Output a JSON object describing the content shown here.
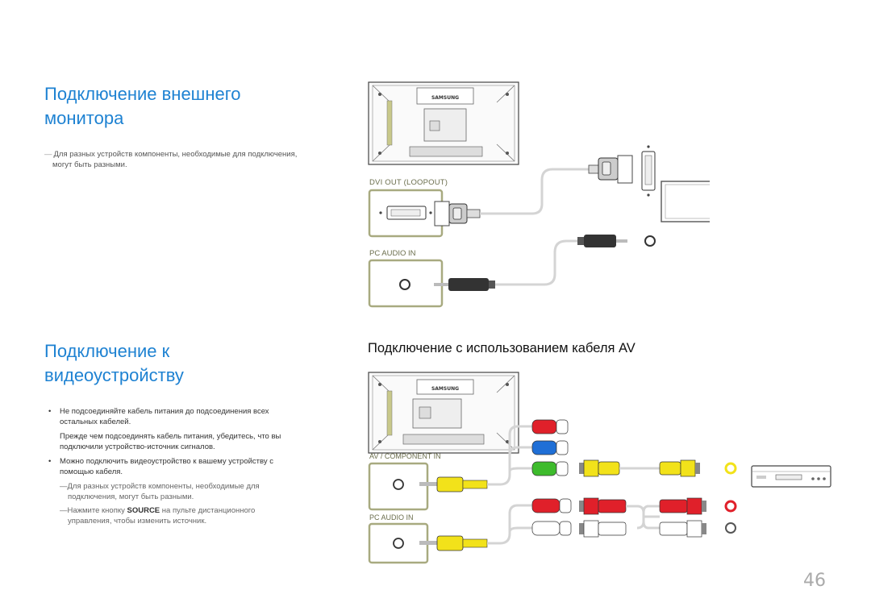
{
  "section1": {
    "title_line1": "Подключение внешнего",
    "title_line2": "монитора",
    "note_line1": "Для разных устройств компоненты, необходимые для подключения,",
    "note_line2": "могут быть разными."
  },
  "section2": {
    "title_line1": "Подключение к",
    "title_line2": "видеоустройству",
    "bullet1_line1": "Не подсоединяйте кабель питания до подсоединения всех",
    "bullet1_line2": "остальных кабелей.",
    "bullet1_sub_line1": "Прежде чем подсоединять кабель питания, убедитесь, что вы",
    "bullet1_sub_line2": "подключили устройство-источник сигналов.",
    "bullet2_line1": "Можно подключить видеоустройство к вашему устройству с",
    "bullet2_line2": "помощью кабеля.",
    "note1_line1": "Для разных устройств компоненты, необходимые для",
    "note1_line2": "подключения, могут быть разными.",
    "note2_pre": "Нажмите кнопку",
    "note2_keyword": "SOURCE",
    "note2_post": "на пульте дистанционного",
    "note2_line2": "управления, чтобы изменить источник."
  },
  "av_heading": "Подключение с использованием кабеля AV",
  "diagram_top": {
    "brand": "SAMSUNG",
    "port1_label": "DVI OUT (LOOPOUT)",
    "port2_label": "PC AUDIO IN"
  },
  "diagram_bottom": {
    "brand": "SAMSUNG",
    "port1_label": "AV / COMPONENT IN",
    "port2_label": "PC AUDIO IN"
  },
  "note_dash": "―",
  "bullet_symbol": "•",
  "page_number": "46",
  "colors": {
    "heading_blue": "#1e82d2",
    "port_border": "#a8aa80",
    "cable_red": "#e0202a",
    "cable_blue": "#1f6fd6",
    "cable_green": "#3dbb2c",
    "cable_yellow": "#f2e21a"
  }
}
